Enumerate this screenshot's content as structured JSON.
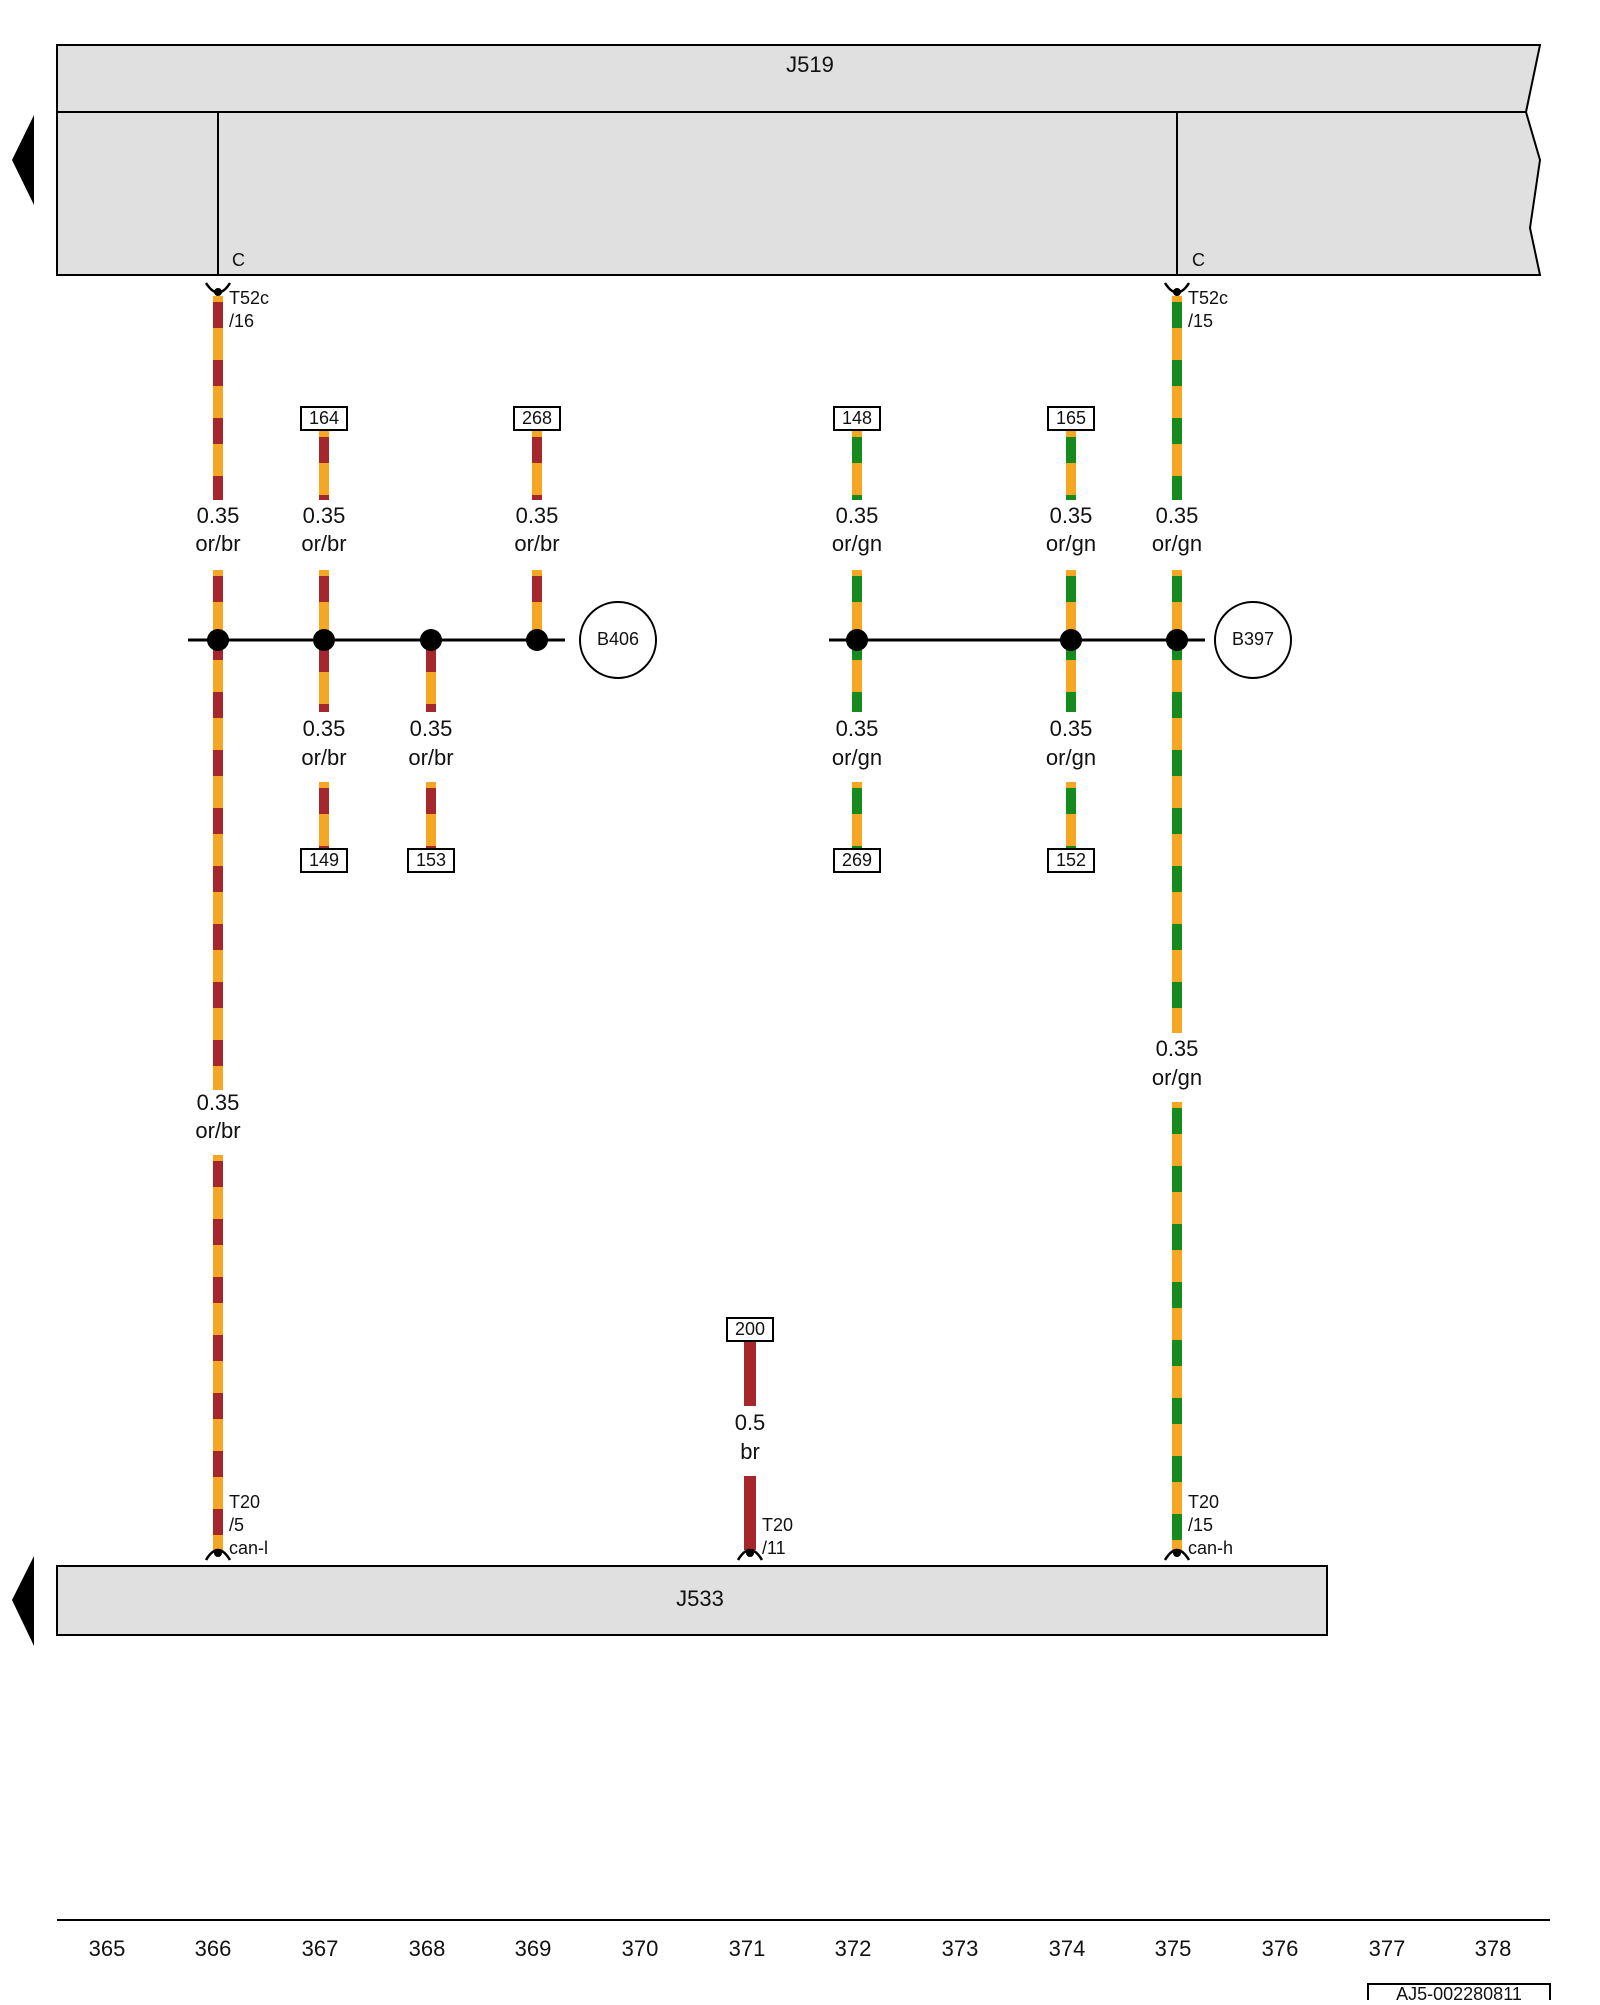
{
  "colors": {
    "component_fill": "#e0e0e0",
    "orange": "#f5a623",
    "brown": "#a5272b",
    "green": "#178a1e",
    "line": "#000000"
  },
  "components": {
    "top": {
      "label": "J519"
    },
    "bottom": {
      "label": "J533"
    }
  },
  "top_connectors": [
    {
      "pin_letter": "C",
      "connector": "T52c",
      "pin": "/16"
    },
    {
      "pin_letter": "C",
      "connector": "T52c",
      "pin": "/15"
    }
  ],
  "bottom_connectors": [
    {
      "connector": "T20",
      "pin": "/5",
      "signal": "can-l"
    },
    {
      "connector": "T20",
      "pin": "/11",
      "signal": ""
    },
    {
      "connector": "T20",
      "pin": "/15",
      "signal": "can-h"
    }
  ],
  "wires": [
    {
      "id": "w366a",
      "size": "0.35",
      "color": "or/br"
    },
    {
      "id": "w367a",
      "size": "0.35",
      "color": "or/br"
    },
    {
      "id": "w369a",
      "size": "0.35",
      "color": "or/br"
    },
    {
      "id": "w372a",
      "size": "0.35",
      "color": "or/gn"
    },
    {
      "id": "w374a",
      "size": "0.35",
      "color": "or/gn"
    },
    {
      "id": "w375a",
      "size": "0.35",
      "color": "or/gn"
    },
    {
      "id": "w367b",
      "size": "0.35",
      "color": "or/br"
    },
    {
      "id": "w368b",
      "size": "0.35",
      "color": "or/br"
    },
    {
      "id": "w372b",
      "size": "0.35",
      "color": "or/gn"
    },
    {
      "id": "w374b",
      "size": "0.35",
      "color": "or/gn"
    },
    {
      "id": "w366c",
      "size": "0.35",
      "color": "or/br"
    },
    {
      "id": "w375c",
      "size": "0.35",
      "color": "or/gn"
    },
    {
      "id": "w371",
      "size": "0.5",
      "color": "br"
    }
  ],
  "references": [
    "164",
    "268",
    "148",
    "165",
    "149",
    "153",
    "269",
    "152",
    "200"
  ],
  "splices": [
    "B406",
    "B397"
  ],
  "grid_numbers": [
    "365",
    "366",
    "367",
    "368",
    "369",
    "370",
    "371",
    "372",
    "373",
    "374",
    "375",
    "376",
    "377",
    "378"
  ],
  "doc_id": "AJ5-002280811"
}
